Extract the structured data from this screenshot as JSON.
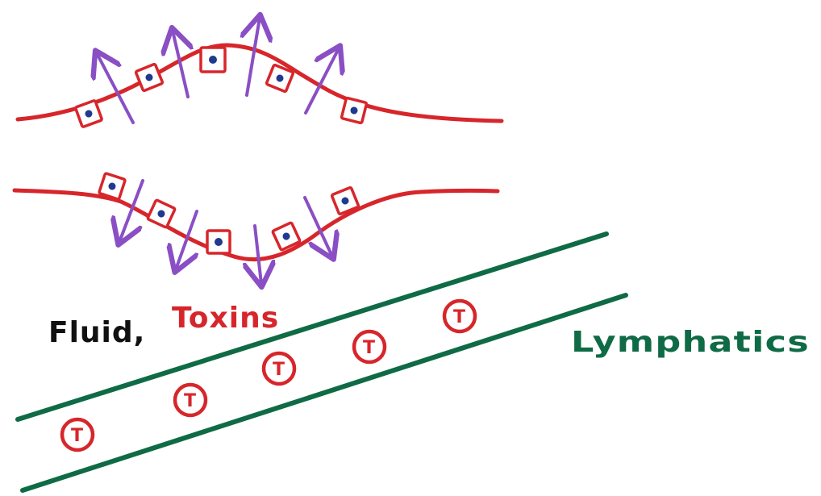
{
  "labels": {
    "fluid": "Fluid,",
    "toxins": "Toxins",
    "lymphatics": "Lymphatics"
  },
  "toxin_symbol": "T",
  "colors": {
    "membrane": "#d7262b",
    "cell_nucleus": "#1f3a8f",
    "arrow": "#8a4fc4",
    "lymph_vessel": "#0f6b45",
    "fluid_text": "#111111",
    "toxin_text": "#d7262b",
    "toxin_marker": "#d7262b",
    "lymph_text": "#0f6b45"
  }
}
